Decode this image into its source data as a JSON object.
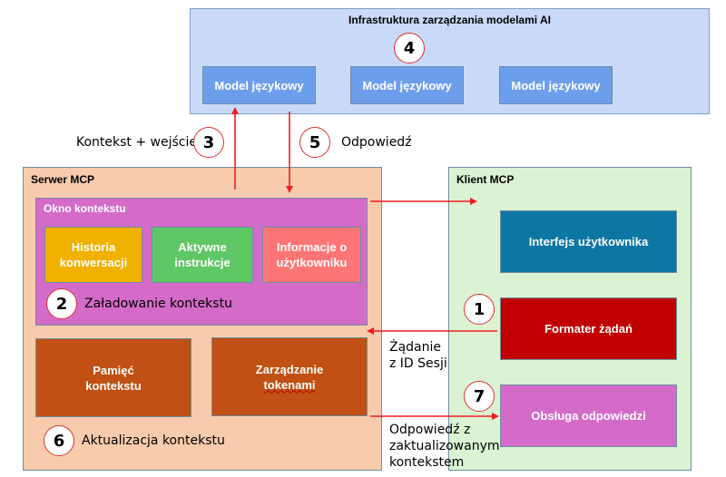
{
  "colors": {
    "ai_infra_bg": "#c9daf8",
    "model_box": "#6d9eeb",
    "server_bg": "#f8cbad",
    "context_window": "#d46bc9",
    "history": "#f1b100",
    "instructions": "#5fc766",
    "user_info": "#ff7575",
    "server_blocks": "#c05013",
    "client_bg": "#dbf2d3",
    "ui_box": "#0e76a3",
    "formatter_box": "#c00000",
    "response_box": "#d46bc9",
    "arrow": "#ee1c24"
  },
  "ai_infra": {
    "title": "Infrastruktura zarządzania modelami AI",
    "step": "4",
    "models": [
      "Model językowy",
      "Model językowy",
      "Model językowy"
    ]
  },
  "flow_labels": {
    "step3_label": "Kontekst + wejście",
    "step3": "3",
    "step5": "5",
    "step5_label": "Odpowiedź",
    "request_label_1": "Żądanie",
    "request_label_2": "z ID Sesji",
    "response_label_1": "Odpowiedź z",
    "response_label_2": "zaktualizowanym",
    "response_label_3": "kontekstem"
  },
  "server": {
    "title": "Serwer MCP",
    "context_window": {
      "title": "Okno kontekstu",
      "items": [
        {
          "line1": "Historia",
          "line2": "konwersacji"
        },
        {
          "line1": "Aktywne",
          "line2": "instrukcje"
        },
        {
          "line1": "Informacje o",
          "line2": "użytkowniku"
        }
      ],
      "step": "2",
      "step_label": "Załadowanie kontekstu"
    },
    "memory": {
      "line1": "Pamięć",
      "line2": "kontekstu"
    },
    "tokens": {
      "line1": "Zarządzanie",
      "line2": "tokenami"
    },
    "step": "6",
    "step_label": "Aktualizacja kontekstu"
  },
  "client": {
    "title": "Klient MCP",
    "ui": "Interfejs użytkownika",
    "formatter": "Formater żądań",
    "formatter_step": "1",
    "response_handler": "Obsługa odpowiedzi",
    "response_step": "7"
  }
}
